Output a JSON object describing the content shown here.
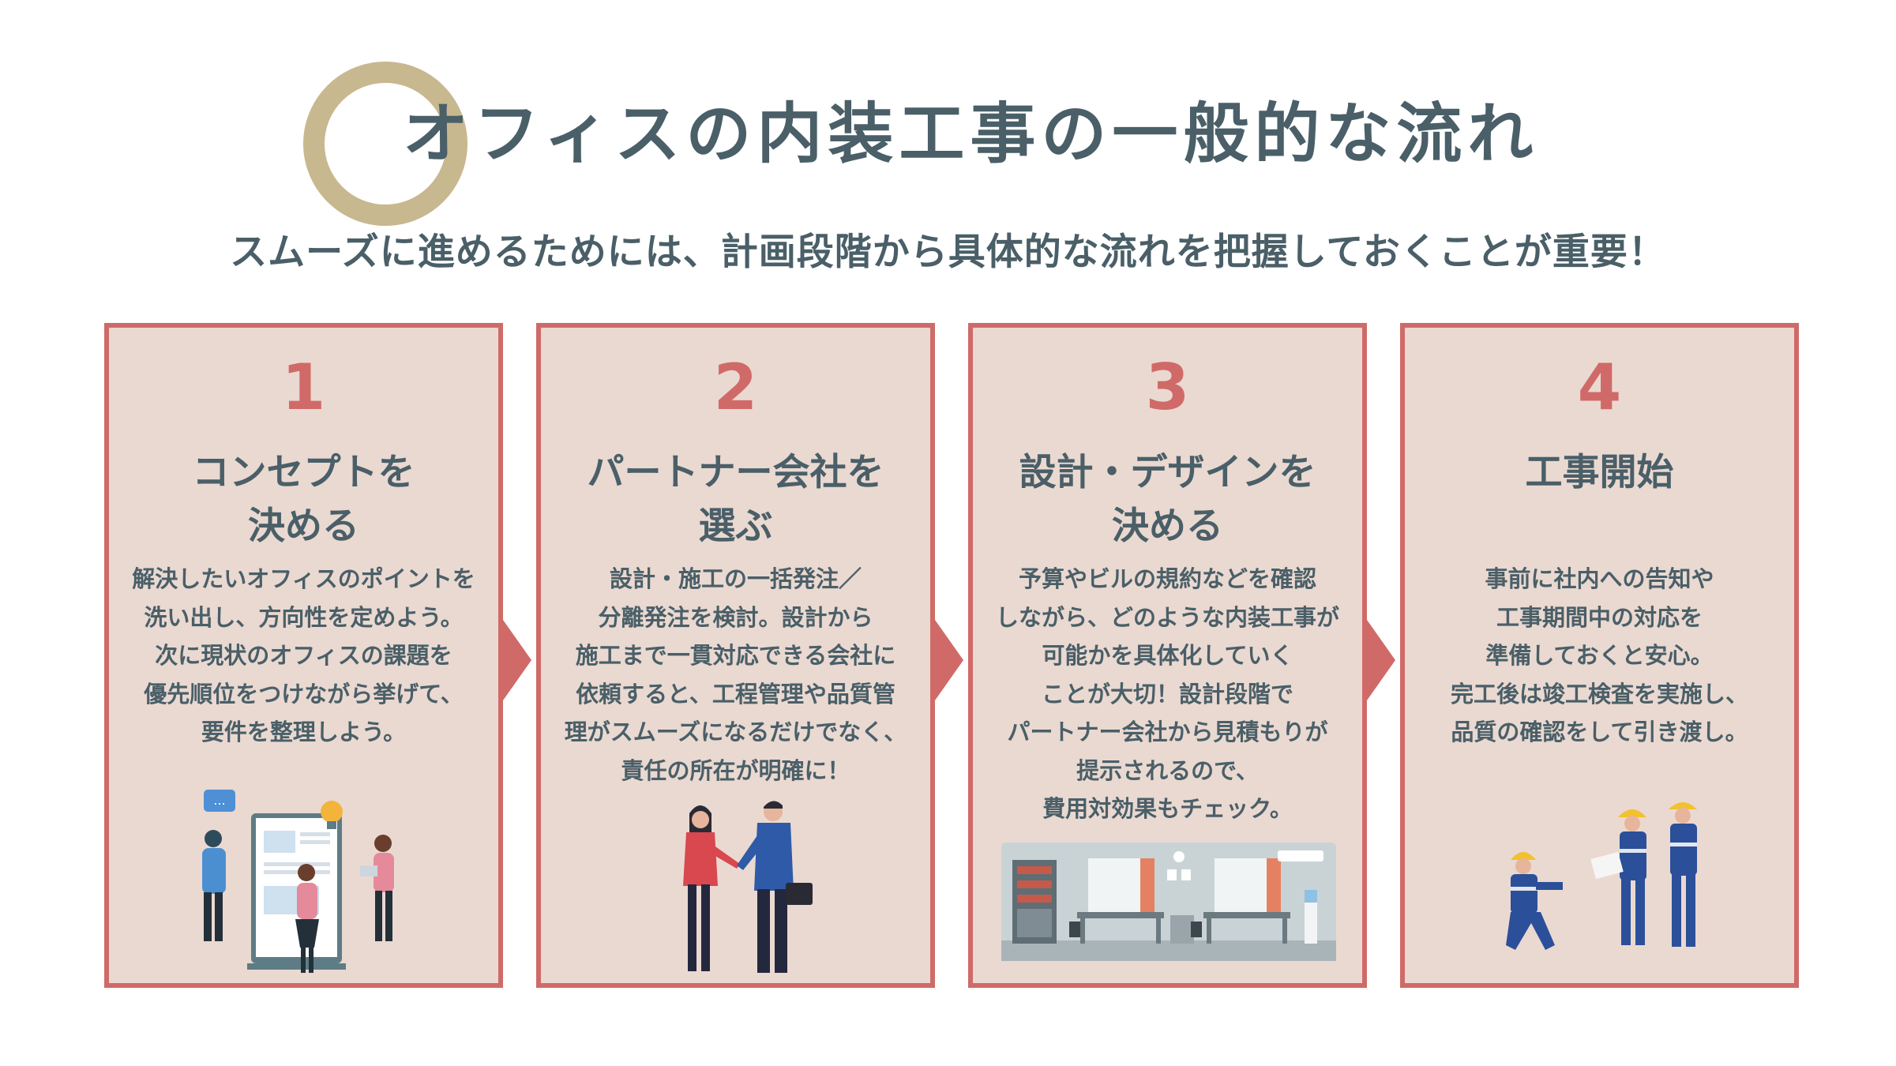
{
  "header": {
    "title": "オフィスの内装工事の一般的な流れ",
    "subtitle": "スムーズに進めるためには、計画段階から具体的な流れを把握しておくことが重要！"
  },
  "steps": [
    {
      "number": "1",
      "heading": [
        "コンセプトを",
        "決める"
      ],
      "body": [
        "解決したいオフィスのポイントを",
        "洗い出し、方向性を定めよう。",
        "次に現状のオフィスの課題を",
        "優先順位をつけながら挙げて、",
        "要件を整理しよう。"
      ],
      "illustration": "team-planning-illustration"
    },
    {
      "number": "2",
      "heading": [
        "パートナー会社を",
        "選ぶ"
      ],
      "body": [
        "設計・施工の一括発注／",
        "分離発注を検討。設計から",
        "施工まで一貫対応できる会社に",
        "依頼すると、工程管理や品質管",
        "理がスムーズになるだけでなく、",
        "責任の所在が明確に！"
      ],
      "illustration": "handshake-illustration"
    },
    {
      "number": "3",
      "heading": [
        "設計・デザインを",
        "決める"
      ],
      "body": [
        "予算やビルの規約などを確認",
        "しながら、どのような内装工事が",
        "可能かを具体化していく",
        "ことが大切！設計段階で",
        "パートナー会社から見積もりが",
        "提示されるので、",
        "費用対効果もチェック。"
      ],
      "illustration": "office-interior-illustration"
    },
    {
      "number": "4",
      "heading": [
        "工事開始"
      ],
      "body": [
        "事前に社内への告知や",
        "工事期間中の対応を",
        "準備しておくと安心。",
        "完工後は竣工検査を実施し、",
        "品質の確認をして引き渡し。"
      ],
      "illustration": "construction-workers-illustration"
    }
  ],
  "colors": {
    "accent": "#d06a68",
    "card_background": "#ead9d1",
    "text": "#4a5f68",
    "ring": "#c7b88f"
  }
}
